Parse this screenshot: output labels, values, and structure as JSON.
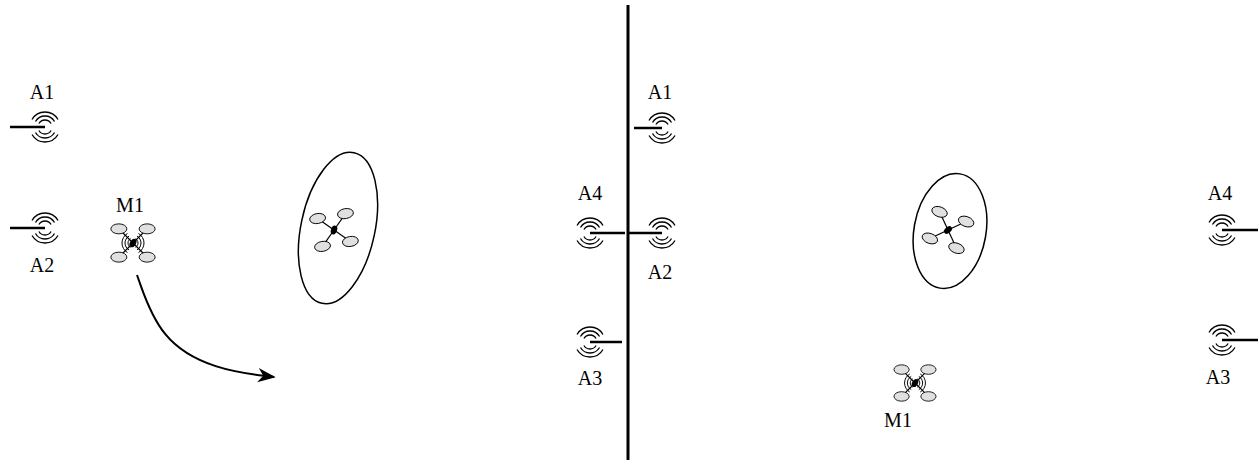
{
  "diagram": {
    "labels": [
      "A1",
      "A2",
      "M1",
      "A1",
      "A4",
      "A2",
      "A3",
      "M1",
      "A4",
      "A3"
    ]
  }
}
